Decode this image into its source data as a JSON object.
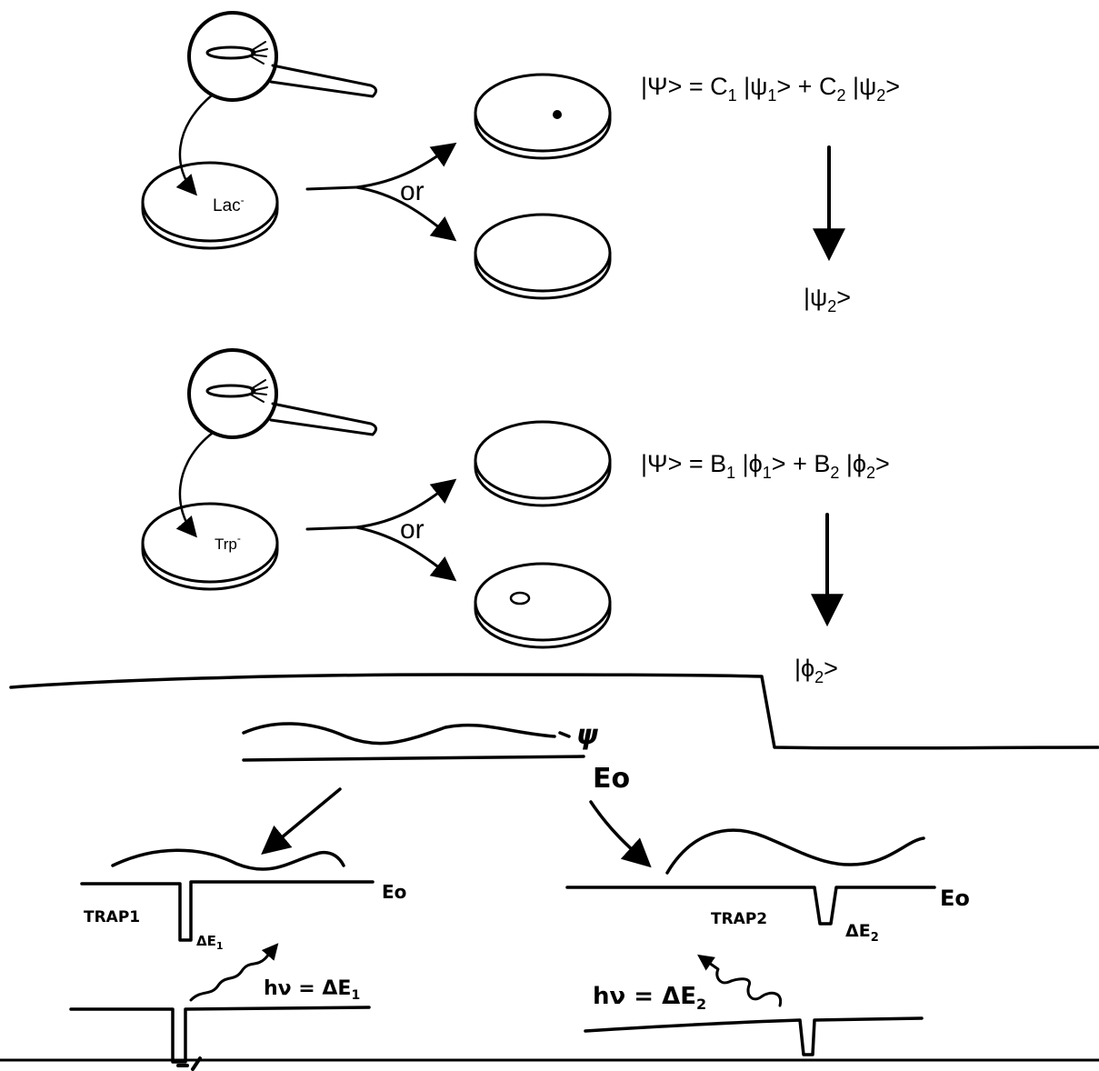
{
  "panel_lac": {
    "dish_label": "Lac",
    "dish_label_sup": "-",
    "or_label": "or",
    "equation": {
      "lhs": "|Ψ> = ",
      "c1": "C",
      "c1_sub": "1",
      "psi1": " |ψ",
      "psi1_sub": "1",
      "plus": "> + ",
      "c2": "C",
      "c2_sub": "2",
      "psi2": " |ψ",
      "psi2_sub": "2",
      "close": ">"
    },
    "result": {
      "ket": "|ψ",
      "sub": "2",
      "close": ">"
    }
  },
  "panel_trp": {
    "dish_label": "Trp",
    "dish_label_sup": "-",
    "or_label": "or",
    "equation": {
      "lhs": "|Ψ> = ",
      "b1": "B",
      "b1_sub": "1",
      "phi1": " |ϕ",
      "phi1_sub": "1",
      "plus": "> + ",
      "b2": "B",
      "b2_sub": "2",
      "phi2": " |ϕ",
      "phi2_sub": "2",
      "close": ">"
    },
    "result": {
      "ket": "|ϕ",
      "sub": "2",
      "close": ">"
    }
  },
  "sketch": {
    "psi_label": "ψ",
    "e0_label": "Eo",
    "left": {
      "e0_label": "Eo",
      "trap_label": "TRAP1",
      "delta_label": "ΔE",
      "delta_sub": "1",
      "photon_label": "hν = ΔE",
      "photon_sub": "1"
    },
    "right": {
      "e0_label": "Eo",
      "trap_label": "TRAP2",
      "delta_label": "ΔE",
      "delta_sub": "2",
      "photon_label": "hν = ΔE",
      "photon_sub": "2"
    }
  }
}
